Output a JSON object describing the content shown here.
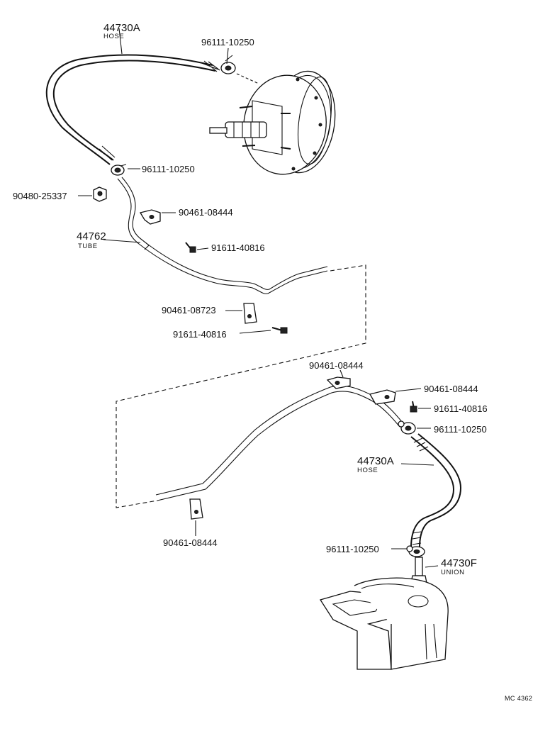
{
  "labels": {
    "hose_top_pn": "44730A",
    "hose_top_name": "HOSE",
    "clamp_top_right": "96111-10250",
    "clamp_mid": "96111-10250",
    "nut": "90480-25337",
    "clip_upper": "90461-08444",
    "tube_pn": "44762",
    "tube_name": "TUBE",
    "bolt_upper": "91611-40816",
    "clip_mid": "90461-08723",
    "bolt_mid": "91611-40816",
    "clip_center": "90461-08444",
    "clip_right": "90461-08444",
    "bolt_right": "91611-40816",
    "clamp_right": "96111-10250",
    "hose_lower_pn": "44730A",
    "hose_lower_name": "HOSE",
    "clip_bottom": "90461-08444",
    "clamp_bottom": "96111-10250",
    "union_pn": "44730F",
    "union_name": "UNION",
    "code": "MC 4362"
  }
}
